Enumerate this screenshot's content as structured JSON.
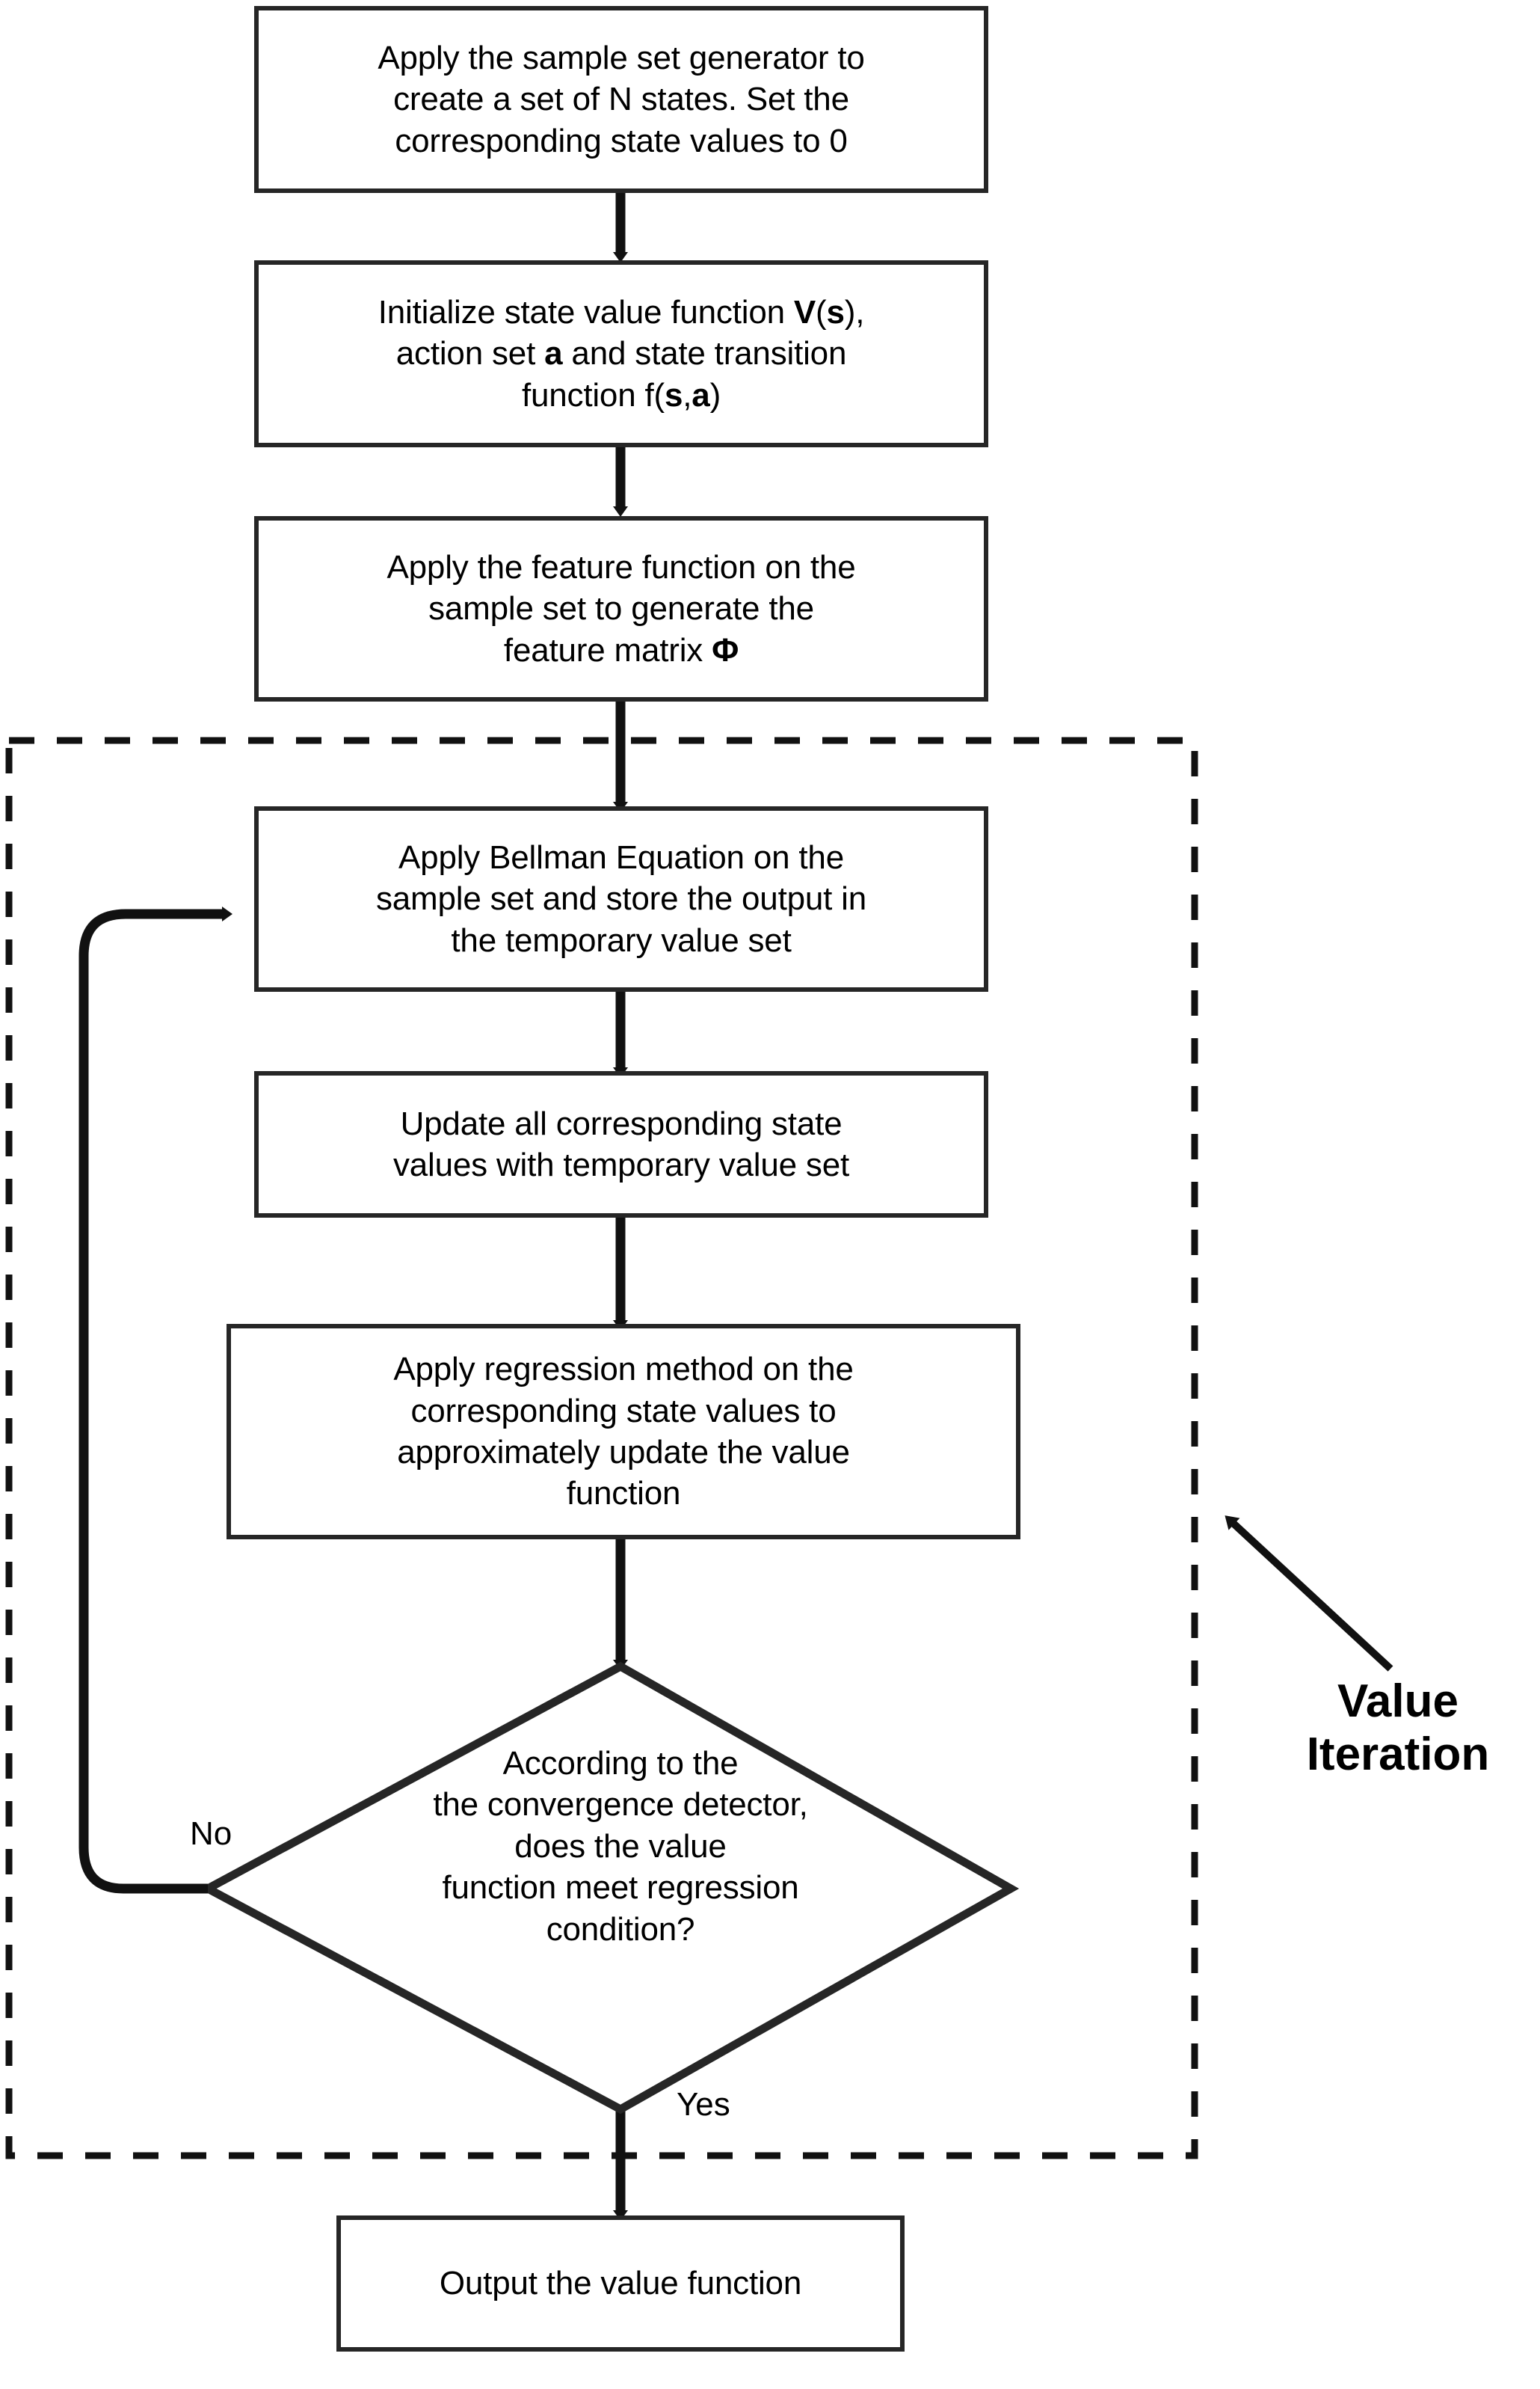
{
  "diagram": {
    "title": "Value Iteration flowchart",
    "colors": {
      "stroke": "#262626",
      "fill": "#ffffff",
      "text": "#000000"
    },
    "nodes": [
      {
        "id": "sample-set-generator",
        "shape": "process",
        "text": "Apply the sample set generator to\ncreate a set of N states. Set the\ncorresponding state values  to 0"
      },
      {
        "id": "initialize-value-function",
        "shape": "process",
        "text_parts": [
          "Initialize state value function ",
          "V",
          "(",
          "s",
          "),\naction set ",
          "a",
          " and state transition\nfunction f(",
          "s",
          ",",
          "a",
          ")"
        ],
        "text": "Initialize state value function V(s),\naction set a and state transition\nfunction f(s,a)"
      },
      {
        "id": "feature-function",
        "shape": "process",
        "text": "Apply the feature function on the\nsample set to generate the\nfeature matrix Φ"
      },
      {
        "id": "bellman-equation",
        "shape": "process",
        "text": "Apply Bellman Equation on the\nsample set and store the output in\nthe temporary value set"
      },
      {
        "id": "update-state-values",
        "shape": "process",
        "text": "Update all corresponding state\nvalues with temporary value set"
      },
      {
        "id": "regression-method",
        "shape": "process",
        "text": "Apply regression method on the\ncorresponding state values to\napproximately update the value\nfunction"
      },
      {
        "id": "convergence-decision",
        "shape": "decision",
        "text": "According to the\nthe convergence detector,\ndoes the value\nfunction meet regression\ncondition?"
      },
      {
        "id": "output-value-function",
        "shape": "process",
        "text": "Output the value function"
      }
    ],
    "edge_labels": {
      "no": "No",
      "yes": "Yes"
    },
    "group_label": "Value\nIteration"
  }
}
